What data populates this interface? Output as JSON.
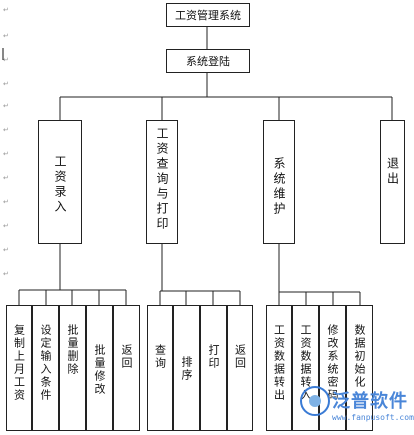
{
  "root": {
    "label": "工资管理系统"
  },
  "login": {
    "label": "系统登陆"
  },
  "modules": [
    {
      "label": "工资录入",
      "children": [
        "复制上月工资",
        "设定输入条件",
        "批量删除",
        "批量修改",
        "返回"
      ]
    },
    {
      "label": "工资查询与打印",
      "children": [
        "查询",
        "排序",
        "打印",
        "返回"
      ]
    },
    {
      "label": "系统维护",
      "children": [
        "工资数据转出",
        "工资数据转入",
        "修改系统密码",
        "数据初始化"
      ]
    },
    {
      "label": "退出",
      "children": []
    }
  ],
  "watermark": {
    "brand": "泛普软件",
    "url": "www.fanpusoft.com"
  }
}
